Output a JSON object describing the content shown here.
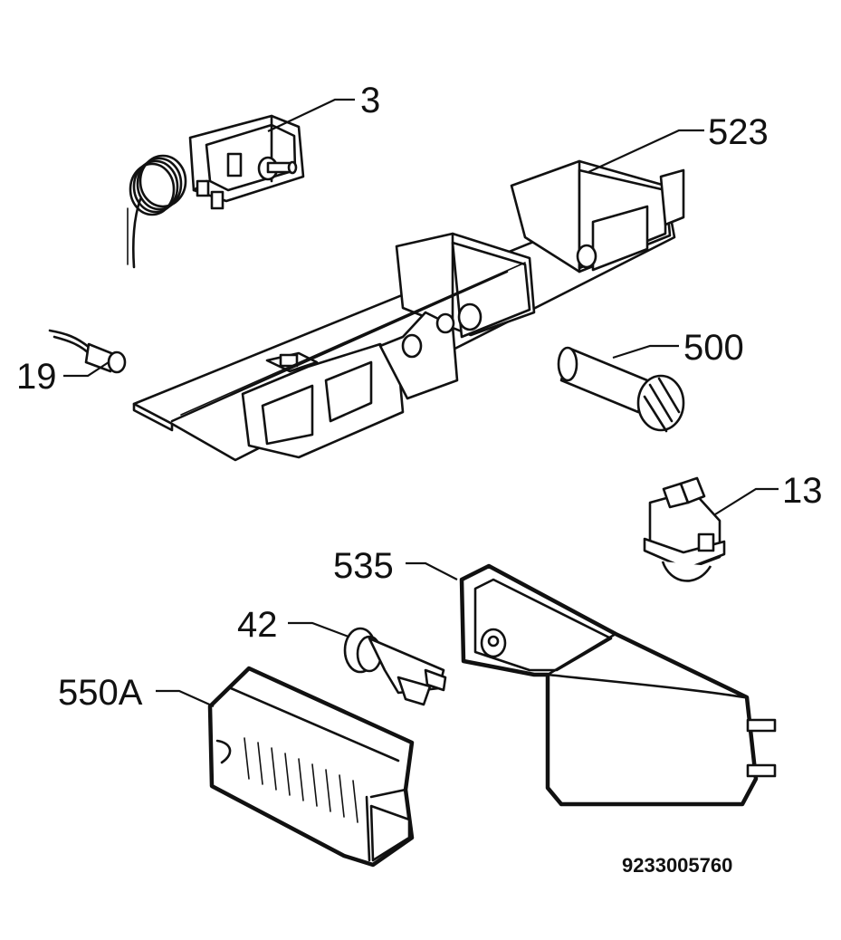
{
  "diagram": {
    "labels": [
      {
        "id": "3",
        "text": "3"
      },
      {
        "id": "523",
        "text": "523"
      },
      {
        "id": "19",
        "text": "19"
      },
      {
        "id": "500",
        "text": "500"
      },
      {
        "id": "13",
        "text": "13"
      },
      {
        "id": "535",
        "text": "535"
      },
      {
        "id": "42",
        "text": "42"
      },
      {
        "id": "550A",
        "text": "550A"
      }
    ],
    "drawing_code": "9233005760"
  }
}
